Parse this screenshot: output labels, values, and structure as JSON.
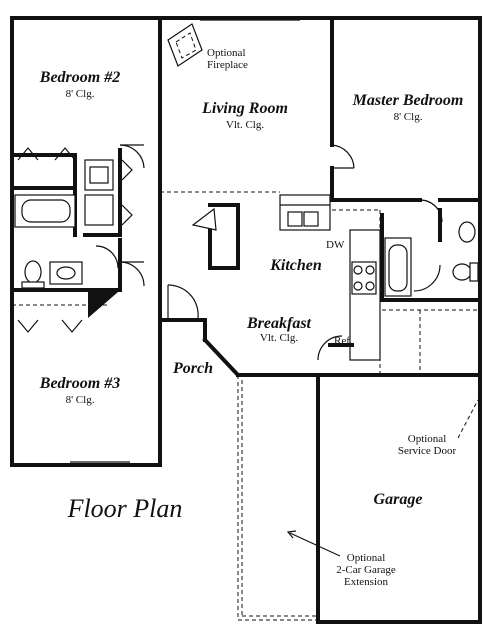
{
  "title": "Floor Plan",
  "rooms": {
    "bedroom2": {
      "name": "Bedroom #2",
      "ceiling": "8' Clg."
    },
    "living": {
      "name": "Living Room",
      "ceiling": "Vlt. Clg."
    },
    "master": {
      "name": "Master Bedroom",
      "ceiling": "8' Clg."
    },
    "kitchen": {
      "name": "Kitchen"
    },
    "breakfast": {
      "name": "Breakfast",
      "ceiling": "Vlt. Clg."
    },
    "porch": {
      "name": "Porch"
    },
    "bedroom3": {
      "name": "Bedroom #3",
      "ceiling": "8' Clg."
    },
    "garage": {
      "name": "Garage"
    }
  },
  "labels": {
    "fireplace_1": "Optional",
    "fireplace_2": "Fireplace",
    "dw": "DW",
    "ref": "Ref.",
    "service_door_1": "Optional",
    "service_door_2": "Service Door",
    "garage_ext_1": "Optional",
    "garage_ext_2": "2-Car Garage",
    "garage_ext_3": "Extension"
  }
}
